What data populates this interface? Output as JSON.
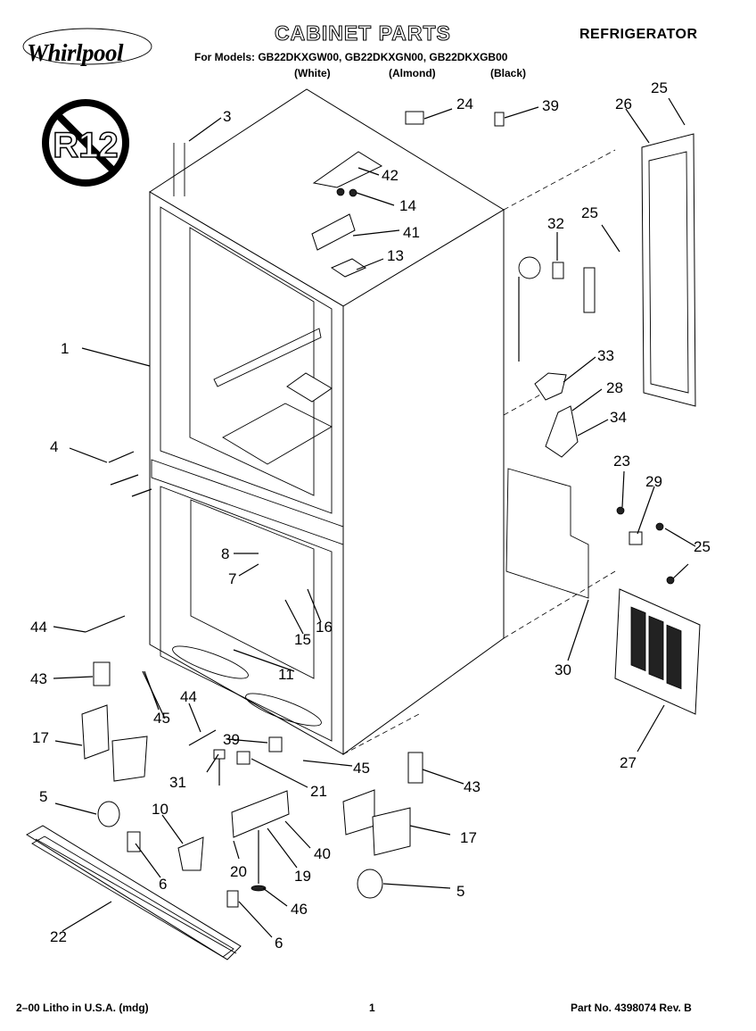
{
  "header": {
    "brand": "Whirlpool",
    "title": "CABINET PARTS",
    "category": "REFRIGERATOR",
    "models_line": "For Models: GB22DKXGW00, GB22DKXGN00, GB22DKXGB00",
    "variants": [
      "(White)",
      "(Almond)",
      "(Black)"
    ]
  },
  "badge": {
    "text": "R12",
    "meaning": "no-r12-symbol"
  },
  "callouts": [
    "1",
    "3",
    "4",
    "5",
    "5",
    "6",
    "6",
    "7",
    "8",
    "10",
    "11",
    "13",
    "14",
    "15",
    "16",
    "17",
    "17",
    "19",
    "20",
    "21",
    "22",
    "23",
    "24",
    "25",
    "25",
    "25",
    "26",
    "27",
    "28",
    "29",
    "30",
    "31",
    "32",
    "33",
    "34",
    "39",
    "39",
    "40",
    "41",
    "42",
    "43",
    "43",
    "44",
    "44",
    "45",
    "45",
    "46"
  ],
  "footer": {
    "left": "2–00 Litho in U.S.A. (mdg)",
    "page": "1",
    "part_no": "Part No. 4398074 Rev. B"
  }
}
